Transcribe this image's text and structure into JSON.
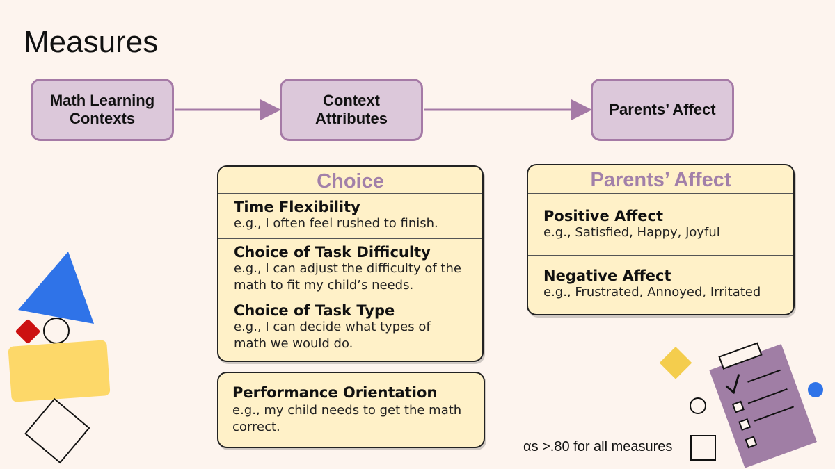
{
  "slide": {
    "title": "Measures",
    "flow": {
      "box1": [
        "Math Learning",
        "Contexts"
      ],
      "box2": [
        "Context",
        "Attributes"
      ],
      "box3": "Parents’ Affect"
    },
    "choice_card": {
      "title": "Choice",
      "items": [
        {
          "heading": "Time Flexibility",
          "lines": [
            "e.g., I often feel rushed to finish."
          ]
        },
        {
          "heading": "Choice of Task Difficulty",
          "lines": [
            "e.g., I can adjust the difficulty of the",
            "math to fit my child’s needs."
          ]
        },
        {
          "heading": "Choice of Task Type",
          "lines": [
            "e.g., I can decide what types of",
            "math we would do."
          ]
        }
      ]
    },
    "performance_card": {
      "heading": "Performance Orientation",
      "lines": [
        "e.g., my child needs to get the math",
        "correct."
      ]
    },
    "affect_card": {
      "title": "Parents’ Affect",
      "items": [
        {
          "heading": "Positive Affect",
          "text": "e.g., Satisfied, Happy, Joyful"
        },
        {
          "heading": "Negative Affect",
          "text": "e.g., Frustrated, Annoyed, Irritated"
        }
      ]
    },
    "footnote": "αs >.80 for all measures"
  },
  "colors": {
    "background": "#fdf4ee",
    "flow_box_fill": "#dcc8da",
    "flow_box_border": "#a57aa6",
    "card_fill": "#fff1c8",
    "card_title": "#a280a9",
    "deco_blue": "#2f73e8",
    "deco_yellow": "#fdd869",
    "deco_red": "#cc1111",
    "deco_purple": "#a07ea5"
  },
  "icons": [
    "triangle-shape",
    "diamond-shape",
    "circle-shape",
    "rectangle-shape",
    "square-outline-shape",
    "checklist-clipboard-icon",
    "checkmark-icon",
    "dot-shape"
  ]
}
